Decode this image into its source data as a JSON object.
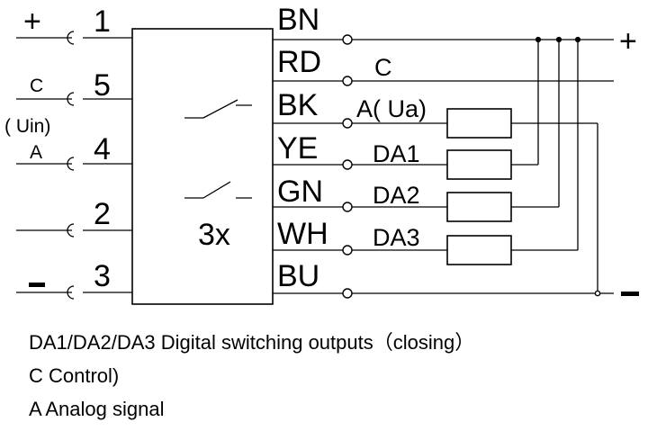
{
  "diagram": {
    "input_terminals": [
      {
        "number": "1",
        "symbol": "+"
      },
      {
        "number": "5",
        "symbol": "C"
      },
      {
        "number": "4",
        "symbol": "A"
      },
      {
        "number": "2",
        "symbol": ""
      },
      {
        "number": "3",
        "symbol": "-"
      }
    ],
    "input_note": "( Uin)",
    "device_label": "3x",
    "wires": [
      {
        "color": "BN",
        "signal": ""
      },
      {
        "color": "RD",
        "signal": "C"
      },
      {
        "color": "BK",
        "signal": "A( Ua)"
      },
      {
        "color": "YE",
        "signal": "DA1"
      },
      {
        "color": "GN",
        "signal": "DA2"
      },
      {
        "color": "WH",
        "signal": "DA3"
      },
      {
        "color": "BU",
        "signal": ""
      }
    ],
    "supply_plus": "+",
    "supply_minus": "-"
  },
  "legend": [
    "DA1/DA2/DA3  Digital switching outputs（closing）",
    "C  Control)",
    "A  Analog signal"
  ]
}
